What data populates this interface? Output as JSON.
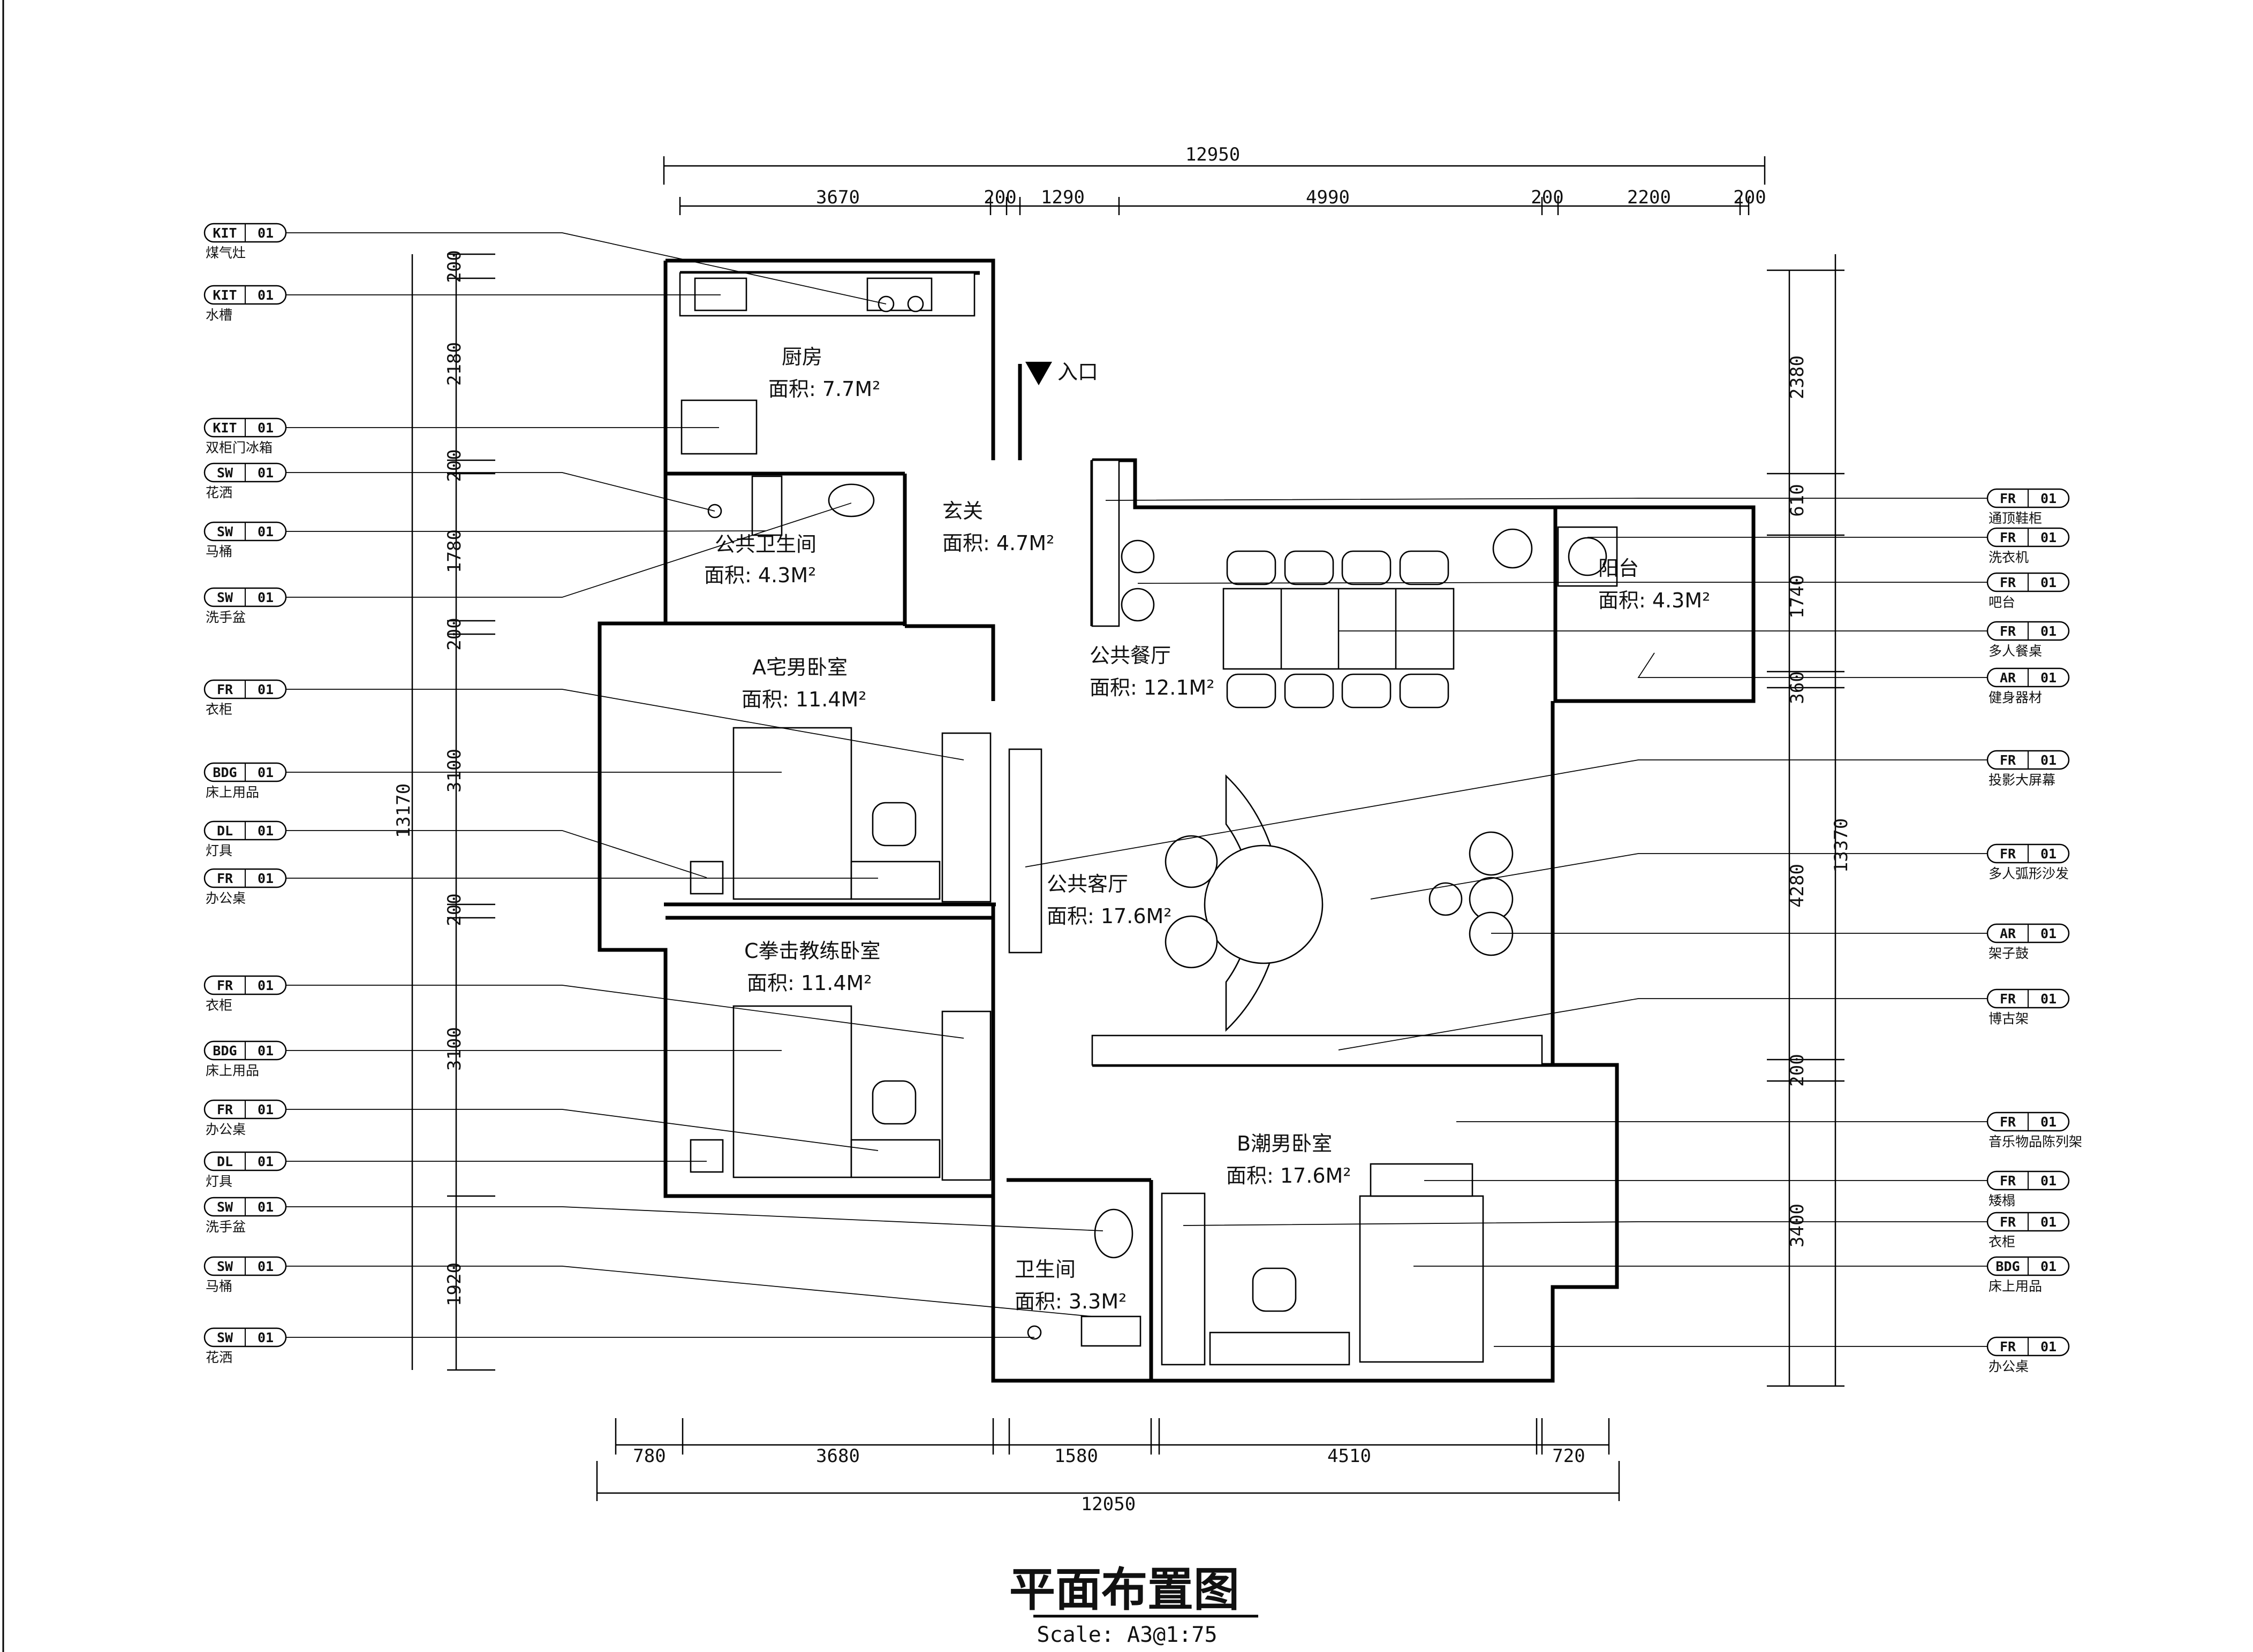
{
  "title": "平面布置图",
  "scale": "Scale:  A3@1:75",
  "entrance": "入口",
  "rooms": [
    {
      "name": "厨房",
      "area": "面积: 7.7M²"
    },
    {
      "name": "玄关",
      "area": "面积: 4.7M²"
    },
    {
      "name": "公共卫生间",
      "area": "面积: 4.3M²"
    },
    {
      "name": "A宅男卧室",
      "area": "面积: 11.4M²"
    },
    {
      "name": "公共餐厅",
      "area": "面积: 12.1M²"
    },
    {
      "name": "阳台",
      "area": "面积: 4.3M²"
    },
    {
      "name": "公共客厅",
      "area": "面积: 17.6M²"
    },
    {
      "name": "C拳击教练卧室",
      "area": "面积: 11.4M²"
    },
    {
      "name": "B潮男卧室",
      "area": "面积: 17.6M²"
    },
    {
      "name": "卫生间",
      "area": "面积: 3.3M²"
    }
  ],
  "top_dims": {
    "total": "12950",
    "segments": [
      "3670",
      "200",
      "1290",
      "4990",
      "200",
      "2200",
      "200"
    ]
  },
  "bottom_dims": {
    "total": "12050",
    "segments": [
      "780",
      "3680",
      "1580",
      "4510",
      "720"
    ]
  },
  "left_dims": {
    "total": "13170",
    "segments": [
      "200",
      "2180",
      "200",
      "1780",
      "200",
      "3100",
      "200",
      "3100",
      "1920"
    ]
  },
  "right_dims": {
    "total": "13370",
    "segments": [
      "2380",
      "610",
      "1740",
      "360",
      "4280",
      "200",
      "3400"
    ]
  },
  "left_tags": [
    {
      "code": "KIT",
      "num": "01",
      "label": "煤气灶"
    },
    {
      "code": "KIT",
      "num": "01",
      "label": "水槽"
    },
    {
      "code": "KIT",
      "num": "01",
      "label": "双柜门冰箱"
    },
    {
      "code": "SW",
      "num": "01",
      "label": "花洒"
    },
    {
      "code": "SW",
      "num": "01",
      "label": "马桶"
    },
    {
      "code": "SW",
      "num": "01",
      "label": "洗手盆"
    },
    {
      "code": "FR",
      "num": "01",
      "label": "衣柜"
    },
    {
      "code": "BDG",
      "num": "01",
      "label": "床上用品"
    },
    {
      "code": "DL",
      "num": "01",
      "label": "灯具"
    },
    {
      "code": "FR",
      "num": "01",
      "label": "办公桌"
    },
    {
      "code": "FR",
      "num": "01",
      "label": "衣柜"
    },
    {
      "code": "BDG",
      "num": "01",
      "label": "床上用品"
    },
    {
      "code": "FR",
      "num": "01",
      "label": "办公桌"
    },
    {
      "code": "DL",
      "num": "01",
      "label": "灯具"
    },
    {
      "code": "SW",
      "num": "01",
      "label": "洗手盆"
    },
    {
      "code": "SW",
      "num": "01",
      "label": "马桶"
    },
    {
      "code": "SW",
      "num": "01",
      "label": "花洒"
    }
  ],
  "right_tags": [
    {
      "code": "FR",
      "num": "01",
      "label": "通顶鞋柜"
    },
    {
      "code": "FR",
      "num": "01",
      "label": "洗衣机"
    },
    {
      "code": "FR",
      "num": "01",
      "label": "吧台"
    },
    {
      "code": "FR",
      "num": "01",
      "label": "多人餐桌"
    },
    {
      "code": "AR",
      "num": "01",
      "label": "健身器材"
    },
    {
      "code": "FR",
      "num": "01",
      "label": "投影大屏幕"
    },
    {
      "code": "FR",
      "num": "01",
      "label": "多人弧形沙发"
    },
    {
      "code": "AR",
      "num": "01",
      "label": "架子鼓"
    },
    {
      "code": "FR",
      "num": "01",
      "label": "博古架"
    },
    {
      "code": "FR",
      "num": "01",
      "label": "音乐物品陈列架"
    },
    {
      "code": "FR",
      "num": "01",
      "label": "矮榻"
    },
    {
      "code": "FR",
      "num": "01",
      "label": "衣柜"
    },
    {
      "code": "BDG",
      "num": "01",
      "label": "床上用品"
    },
    {
      "code": "FR",
      "num": "01",
      "label": "办公桌"
    }
  ]
}
